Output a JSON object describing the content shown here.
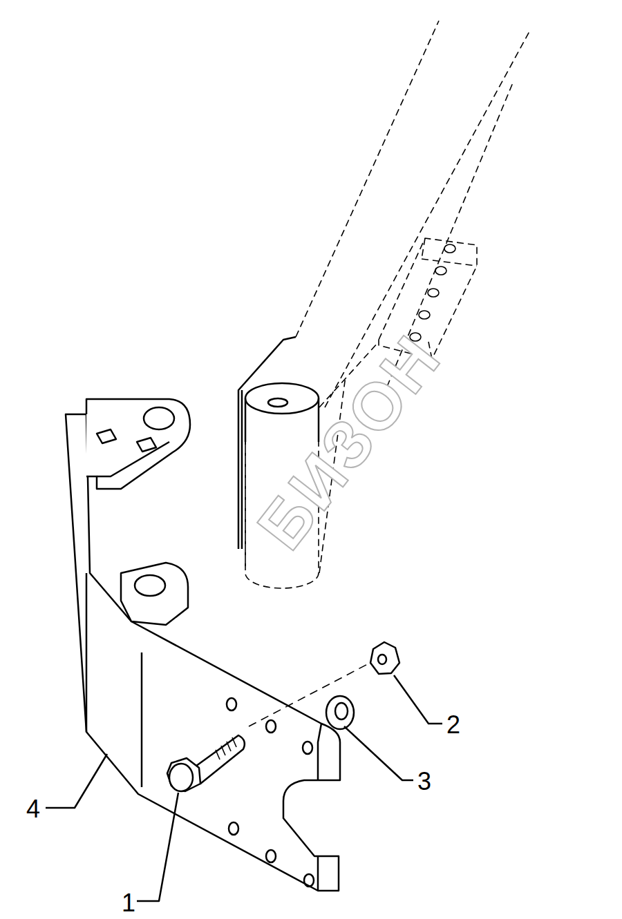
{
  "diagram": {
    "labels": [
      "1",
      "2",
      "3",
      "4",
      "БИЗОН"
    ]
  }
}
